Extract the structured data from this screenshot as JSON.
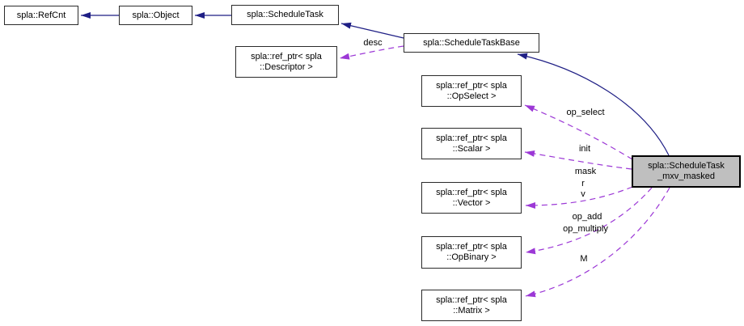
{
  "colors": {
    "inheritance_edge": "#1f1f85",
    "usage_edge": "#9c38d6",
    "node_border": "#2b2b2b",
    "node_fill": "#ffffff",
    "highlight_fill": "#bfbfbf"
  },
  "nodes": {
    "refcnt": {
      "label": "spla::RefCnt"
    },
    "object": {
      "label": "spla::Object"
    },
    "schedule_task": {
      "label": "spla::ScheduleTask"
    },
    "schedule_task_base": {
      "label": "spla::ScheduleTaskBase"
    },
    "ref_descriptor": {
      "line1": "spla::ref_ptr< spla",
      "line2": "::Descriptor >"
    },
    "ref_opselect": {
      "line1": "spla::ref_ptr< spla",
      "line2": "::OpSelect >"
    },
    "ref_scalar": {
      "line1": "spla::ref_ptr< spla",
      "line2": "::Scalar >"
    },
    "ref_vector": {
      "line1": "spla::ref_ptr< spla",
      "line2": "::Vector >"
    },
    "ref_opbinary": {
      "line1": "spla::ref_ptr< spla",
      "line2": "::OpBinary >"
    },
    "ref_matrix": {
      "line1": "spla::ref_ptr< spla",
      "line2": "::Matrix >"
    },
    "mxv_masked": {
      "line1": "spla::ScheduleTask",
      "line2": "_mxv_masked"
    }
  },
  "edge_labels": {
    "desc": "desc",
    "op_select": "op_select",
    "init": "init",
    "mask": "mask",
    "r": "r",
    "v": "v",
    "op_add": "op_add",
    "op_multiply": "op_multiply",
    "m": "M"
  },
  "edges": [
    {
      "from": "spla::Object",
      "to": "spla::RefCnt",
      "kind": "inheritance"
    },
    {
      "from": "spla::ScheduleTask",
      "to": "spla::Object",
      "kind": "inheritance"
    },
    {
      "from": "spla::ScheduleTaskBase",
      "to": "spla::ScheduleTask",
      "kind": "inheritance"
    },
    {
      "from": "spla::ScheduleTask_mxv_masked",
      "to": "spla::ScheduleTaskBase",
      "kind": "inheritance"
    },
    {
      "from": "spla::ScheduleTaskBase",
      "to": "spla::ref_ptr< spla::Descriptor >",
      "kind": "usage",
      "label": "desc"
    },
    {
      "from": "spla::ScheduleTask_mxv_masked",
      "to": "spla::ref_ptr< spla::OpSelect >",
      "kind": "usage",
      "label": "op_select"
    },
    {
      "from": "spla::ScheduleTask_mxv_masked",
      "to": "spla::ref_ptr< spla::Scalar >",
      "kind": "usage",
      "label": "init"
    },
    {
      "from": "spla::ScheduleTask_mxv_masked",
      "to": "spla::ref_ptr< spla::Vector >",
      "kind": "usage",
      "label": "mask r v"
    },
    {
      "from": "spla::ScheduleTask_mxv_masked",
      "to": "spla::ref_ptr< spla::OpBinary >",
      "kind": "usage",
      "label": "op_add op_multiply"
    },
    {
      "from": "spla::ScheduleTask_mxv_masked",
      "to": "spla::ref_ptr< spla::Matrix >",
      "kind": "usage",
      "label": "M"
    }
  ]
}
